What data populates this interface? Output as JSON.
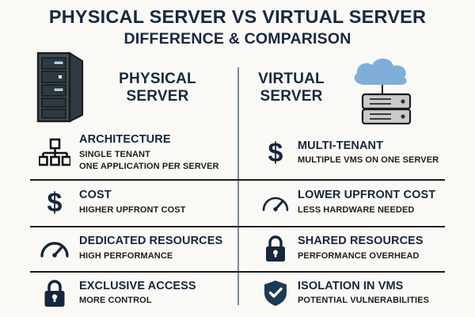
{
  "title": {
    "main": "PHYSICAL SERVER VS VIRTUAL SERVER",
    "sub": "DIFFERENCE & COMPARISON"
  },
  "colors": {
    "background": "#faf9f6",
    "text_dark": "#16263c",
    "divider": "#1b1b1b",
    "center_divider": "#7c8a9c",
    "cloud_blue": "#7fafd8",
    "tower_dark": "#3a4650",
    "rack_gray": "#c9cacb"
  },
  "header": {
    "left": {
      "label_line1": "PHYSICAL",
      "label_line2": "SERVER",
      "icon": "server-tower-icon"
    },
    "right": {
      "label_line1": "VIRTUAL",
      "label_line2": "SERVER",
      "icon": "cloud-rack-icon"
    }
  },
  "rows": [
    {
      "left": {
        "icon": "hierarchy-icon",
        "title": "ARCHITECTURE",
        "sub": "SINGLE TENANT",
        "sub2": "ONE APPLICATION PER SERVER"
      },
      "right": {
        "icon": "dollar-icon",
        "title": "MULTI-TENANT",
        "sub": "MULTIPLE VMS ON ONE SERVER",
        "sub2": ""
      }
    },
    {
      "left": {
        "icon": "dollar-icon",
        "title": "COST",
        "sub": "HIGHER UPFRONT COST",
        "sub2": ""
      },
      "right": {
        "icon": "gauge-icon",
        "title": "LOWER UPFRONT COST",
        "sub": "LESS HARDWARE NEEDED",
        "sub2": ""
      }
    },
    {
      "left": {
        "icon": "gauge-icon",
        "title": "DEDICATED RESOURCES",
        "sub": "HIGH PERFORMANCE",
        "sub2": ""
      },
      "right": {
        "icon": "lock-icon",
        "title": "SHARED RESOURCES",
        "sub": "PERFORMANCE OVERHEAD",
        "sub2": ""
      }
    },
    {
      "left": {
        "icon": "lock-icon",
        "title": "EXCLUSIVE ACCESS",
        "sub": "MORE CONTROL",
        "sub2": ""
      },
      "right": {
        "icon": "shield-check-icon",
        "title": "ISOLATION IN VMS",
        "sub": "POTENTIAL VULNERABILITIES",
        "sub2": ""
      }
    }
  ]
}
